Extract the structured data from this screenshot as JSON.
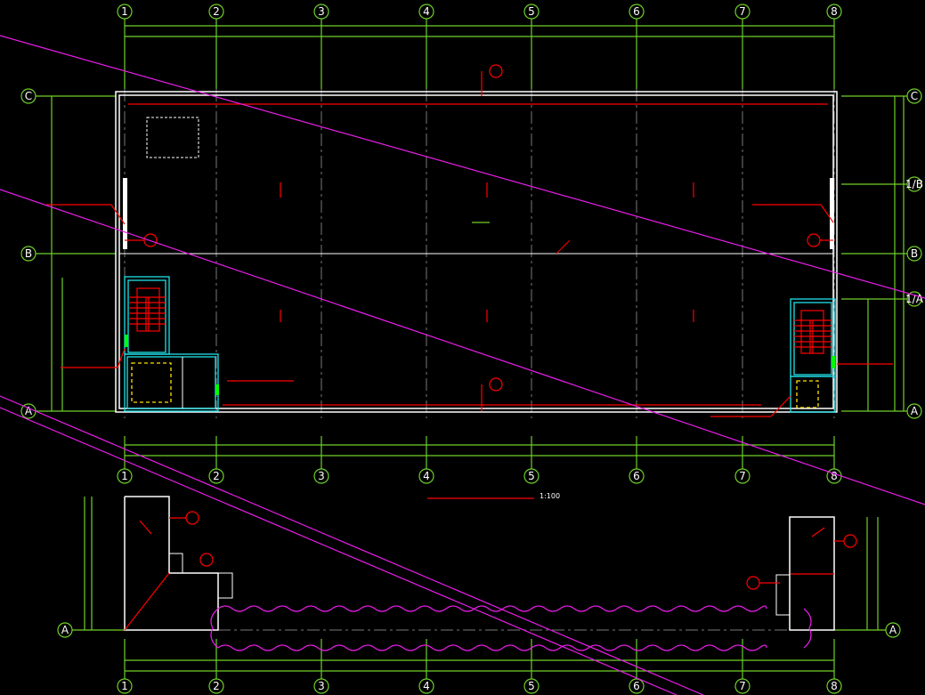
{
  "drawing": {
    "columns": [
      "1",
      "2",
      "3",
      "4",
      "5",
      "6",
      "7",
      "8"
    ],
    "rows_main": [
      "C",
      "1/B",
      "B",
      "1/A",
      "A"
    ],
    "rows_lower": [
      "A"
    ],
    "scale": "1:100",
    "colors": {
      "grid": "#6fd02a",
      "wall": "#ffffff",
      "annotation": "#ff0000",
      "stair": "#1ee0e8",
      "dimension": "#f5b88a",
      "section_line": "#e81ee8"
    }
  }
}
